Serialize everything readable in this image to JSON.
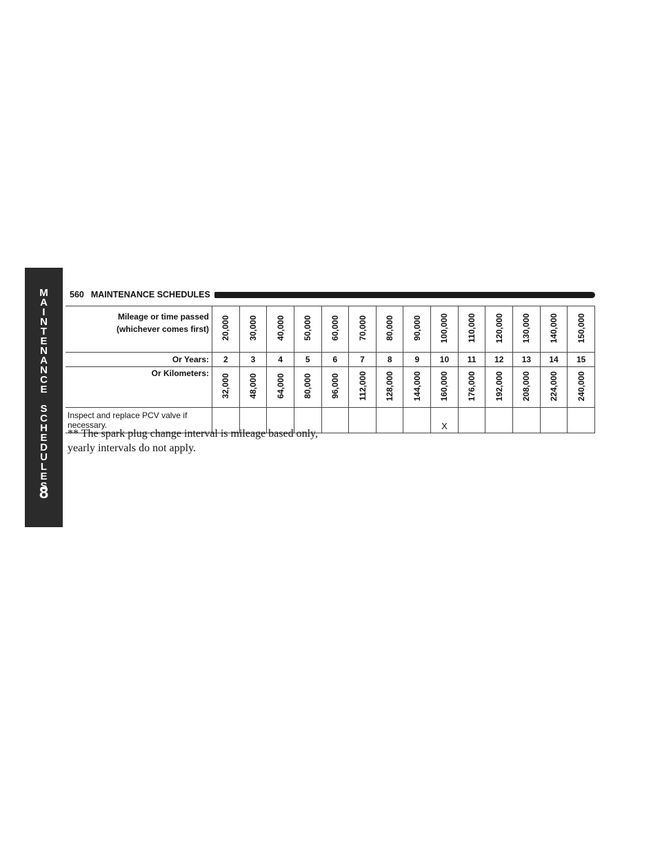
{
  "side_tab": {
    "letters": [
      "M",
      "A",
      "I",
      "N",
      "T",
      "E",
      "N",
      "A",
      "N",
      "C",
      "E",
      "",
      "S",
      "C",
      "H",
      "E",
      "D",
      "U",
      "L",
      "E",
      "S"
    ],
    "number": "8"
  },
  "header": {
    "page_number": "560",
    "section_title": "MAINTENANCE SCHEDULES"
  },
  "table": {
    "mileage_label_line1": "Mileage or time passed",
    "mileage_label_line2": "(whichever comes first)",
    "years_label": "Or Years:",
    "km_label": "Or Kilometers:",
    "miles": [
      "20,000",
      "30,000",
      "40,000",
      "50,000",
      "60,000",
      "70,000",
      "80,000",
      "90,000",
      "100,000",
      "110,000",
      "120,000",
      "130,000",
      "140,000",
      "150,000"
    ],
    "years": [
      "2",
      "3",
      "4",
      "5",
      "6",
      "7",
      "8",
      "9",
      "10",
      "11",
      "12",
      "13",
      "14",
      "15"
    ],
    "kilometers": [
      "32,000",
      "48,000",
      "64,000",
      "80,000",
      "96,000",
      "112,000",
      "128,000",
      "144,000",
      "160,000",
      "176,000",
      "192,000",
      "208,000",
      "224,000",
      "240,000"
    ],
    "items": [
      {
        "label_line1": "Inspect and replace PCV valve if",
        "label_line2": "necessary.",
        "marks": [
          "",
          "",
          "",
          "",
          "",
          "",
          "",
          "",
          "X",
          "",
          "",
          "",
          "",
          ""
        ]
      }
    ]
  },
  "footnote": {
    "line1": "** The spark plug change interval is mileage based only,",
    "line2": "yearly intervals do not apply."
  }
}
